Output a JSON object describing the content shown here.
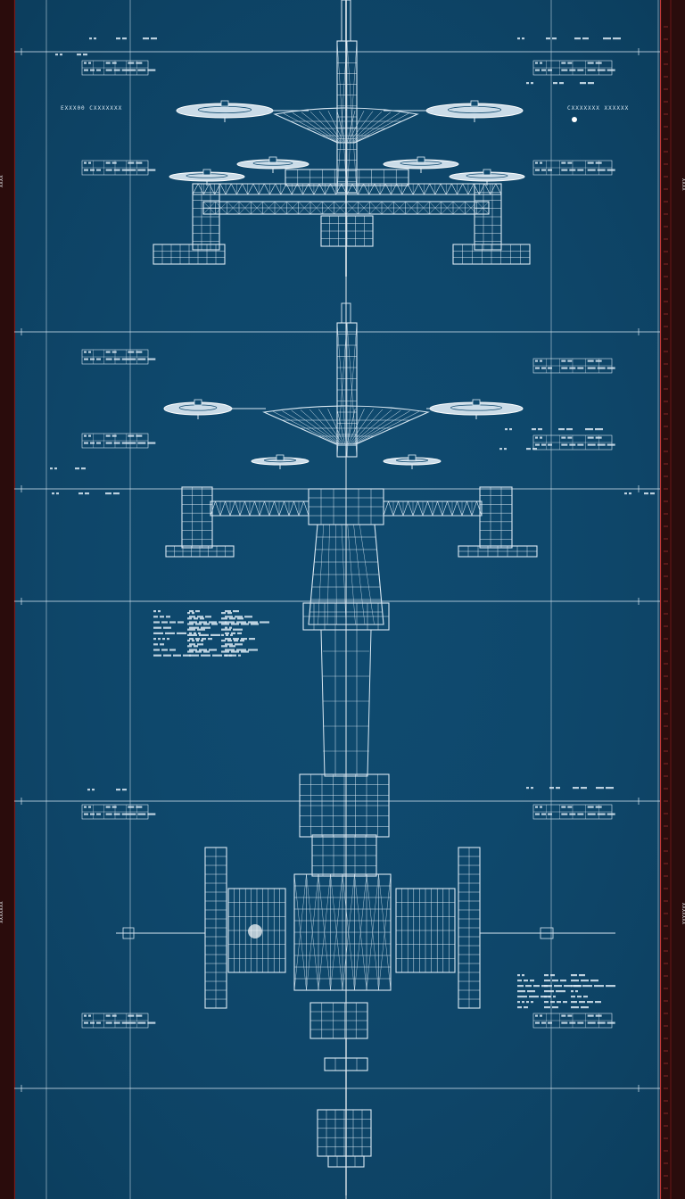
{
  "colors": {
    "background": "#0f4a6f",
    "background_deep": "#0b3a58",
    "line": "#dbe9f3",
    "line_bright": "#ffffff",
    "border_dark": "#2a0c0c",
    "border_red": "#7a1a1a",
    "rule_red": "#c23a3a"
  },
  "frame": {
    "header_left_label": "EXXX00 CXXXXXXX",
    "header_right_label": "CXXXXXXX XXXXXX",
    "left_margin_codes": [
      "XXXX",
      "XXXXXXX"
    ],
    "right_margin_codes": [
      "XXXX",
      "XXXXXXX"
    ]
  },
  "drawing": {
    "stages": [
      "upper-tower-head",
      "middle-tower-head",
      "mast-column",
      "base-machinery"
    ],
    "note_blocks": [
      "annotation-block-left",
      "annotation-block-right"
    ]
  }
}
